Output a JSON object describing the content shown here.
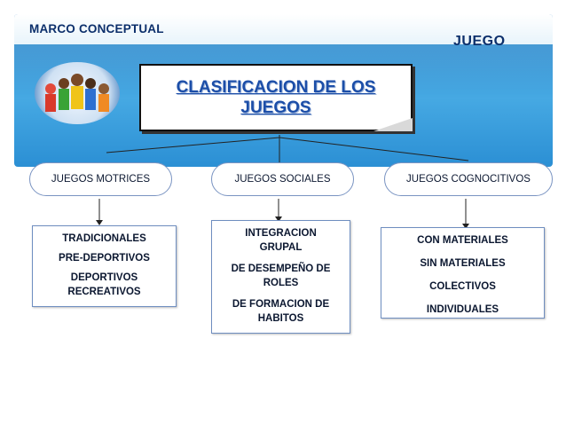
{
  "header": {
    "left_label": "MARCO CONCEPTUAL",
    "right_label": "JUEGO"
  },
  "title": "CLASIFICACION DE LOS JUEGOS",
  "categories": [
    {
      "label": "JUEGOS MOTRICES",
      "items": [
        "TRADICIONALES",
        "PRE-DEPORTIVOS",
        "DEPORTIVOS RECREATIVOS"
      ]
    },
    {
      "label": "JUEGOS SOCIALES",
      "items": [
        "INTEGRACION GRUPAL",
        "DE DESEMPEÑO DE ROLES",
        "DE FORMACION DE HABITOS"
      ]
    },
    {
      "label": "JUEGOS COGNOCITIVOS",
      "items": [
        "CON MATERIALES",
        "SIN MATERIALES",
        "COLECTIVOS",
        "INDIVIDUALES"
      ]
    }
  ],
  "colors": {
    "banner": "#2b8fd4",
    "title_text": "#1c4ea8",
    "header_text": "#0c2f6b"
  }
}
